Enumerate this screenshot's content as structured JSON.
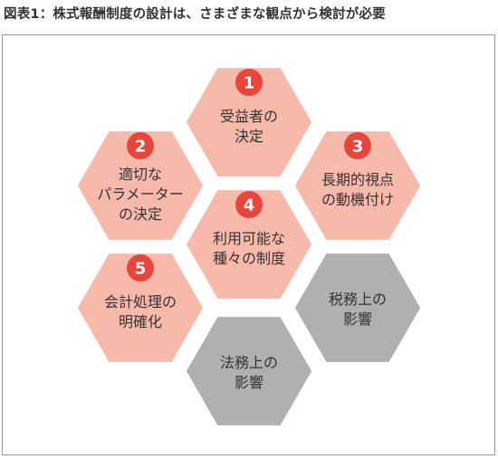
{
  "figure": {
    "title": "図表1：株式報酬制度の設計は、さまざまな観点から検討が必要"
  },
  "colors": {
    "pink_fill": "#f7b9a9",
    "gray_fill": "#b0b0b0",
    "badge": "#e8453c",
    "text": "#333333",
    "border": "#ffffff"
  },
  "hexes": [
    {
      "id": "h1",
      "number": "1",
      "lines": [
        "受益者の",
        "決定"
      ],
      "tone": "pink"
    },
    {
      "id": "h2",
      "number": "2",
      "lines": [
        "適切な",
        "パラメーター",
        "の決定"
      ],
      "tone": "pink"
    },
    {
      "id": "h3",
      "number": "3",
      "lines": [
        "長期的視点",
        "の動機付け"
      ],
      "tone": "pink"
    },
    {
      "id": "h4",
      "number": "4",
      "lines": [
        "利用可能な",
        "種々の制度"
      ],
      "tone": "pink"
    },
    {
      "id": "h5",
      "number": "5",
      "lines": [
        "会計処理の",
        "明確化"
      ],
      "tone": "pink"
    },
    {
      "id": "h6",
      "number": "",
      "lines": [
        "税務上の",
        "影響"
      ],
      "tone": "gray"
    },
    {
      "id": "h7",
      "number": "",
      "lines": [
        "法務上の",
        "影響"
      ],
      "tone": "gray"
    }
  ]
}
